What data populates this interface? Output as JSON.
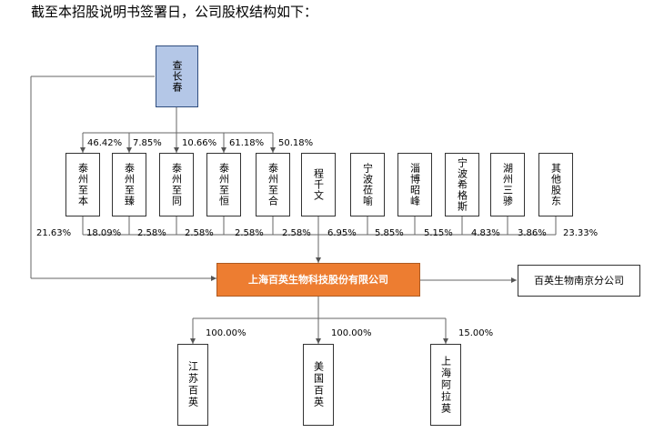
{
  "intro_text": "截至本招股说明书签署日，公司股权结构如下：",
  "controller": {
    "name": "查长春"
  },
  "shareholders": [
    {
      "name": "泰州至本",
      "pct_controller": "46.42%",
      "pct_company": "18.09%"
    },
    {
      "name": "泰州至臻",
      "pct_controller": "7.85%",
      "pct_company": "2.58%"
    },
    {
      "name": "泰州至同",
      "pct_controller": "10.66%",
      "pct_company": "2.58%"
    },
    {
      "name": "泰州至恒",
      "pct_controller": "61.18%",
      "pct_company": "2.58%"
    },
    {
      "name": "泰州至合",
      "pct_controller": "50.18%",
      "pct_company": "2.58%"
    },
    {
      "name": "程千文",
      "pct_company": "6.95%"
    },
    {
      "name": "宁波莅喻",
      "pct_company": "5.85%"
    },
    {
      "name": "淄博昭峰",
      "pct_company": "5.15%"
    },
    {
      "name": "宁波希格斯",
      "pct_company": "4.83%"
    },
    {
      "name": "湖州三骖",
      "pct_company": "3.86%"
    },
    {
      "name": "其他股东",
      "pct_company": "23.33%"
    }
  ],
  "controller_direct_pct": "21.63%",
  "company": {
    "name": "上海百英生物科技股份有限公司"
  },
  "branch": {
    "name": "百英生物南京分公司"
  },
  "subsidiaries": [
    {
      "name": "江苏百英",
      "pct": "100.00%"
    },
    {
      "name": "美国百英",
      "pct": "100.00%"
    },
    {
      "name": "上海阿拉莫",
      "pct": "15.00%"
    }
  ]
}
